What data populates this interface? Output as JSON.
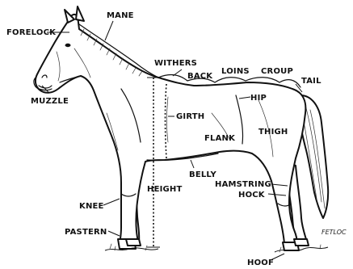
{
  "labels": {
    "forelock": "FORELOCK",
    "mane": "MANE",
    "muzzle": "MUZZLE",
    "withers": "WITHERS",
    "back": "BACK",
    "loins": "LOINS",
    "croup": "CROUP",
    "tail": "TAIL",
    "hip": "HIP",
    "girth": "GIRTH",
    "flank": "FLANK",
    "thigh": "THIGH",
    "belly": "BELLY",
    "hamstring": "HAMSTRING",
    "hock": "HOCK",
    "height": "HEIGHT",
    "knee": "KNEE",
    "pastern": "PASTERN",
    "fetlock": "FETLOC",
    "hoof": "HOOF"
  }
}
